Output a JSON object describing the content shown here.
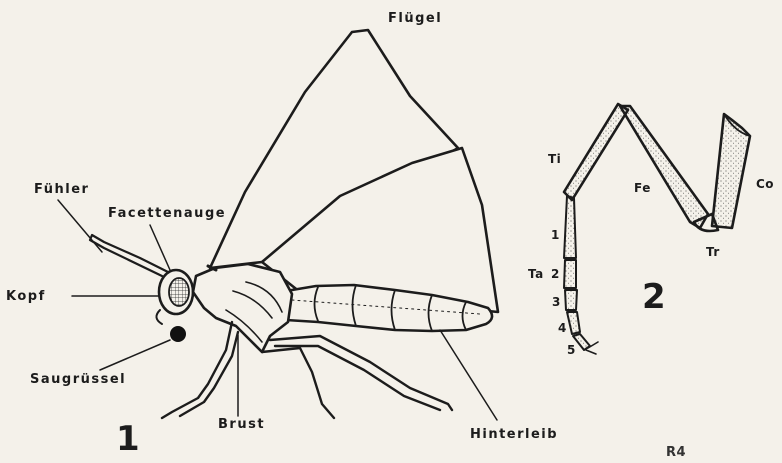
{
  "figure1": {
    "number": "1",
    "labels": {
      "fluegel": "Flügel",
      "fuehler": "Fühler",
      "facettenauge": "Facettenauge",
      "kopf": "Kopf",
      "saugruessel": "Saugrüssel",
      "brust": "Brust",
      "hinterleib": "Hinterleib"
    }
  },
  "figure2": {
    "number": "2",
    "labels": {
      "ti": "Ti",
      "fe": "Fe",
      "co": "Co",
      "tr": "Tr",
      "ta": "Ta",
      "tarsus_segments": [
        "1",
        "2",
        "3",
        "4",
        "5"
      ]
    }
  },
  "plate_code": "R4",
  "colors": {
    "ink": "#1c1c1c",
    "paper": "#f4f1ea"
  }
}
